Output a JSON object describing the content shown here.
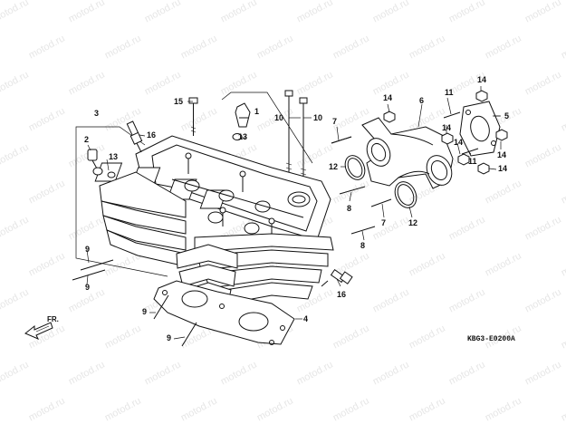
{
  "watermark": {
    "text": "motod.ru"
  },
  "diagram_code": "KBG3-E0200A",
  "direction_label": "FR.",
  "callouts": {
    "c1": "1",
    "c2": "2",
    "c3": "3",
    "c4": "4",
    "c5": "5",
    "c6": "6",
    "c7a": "7",
    "c7b": "7",
    "c8a": "8",
    "c8b": "8",
    "c9a": "9",
    "c9b": "9",
    "c9c": "9",
    "c9d": "9",
    "c10a": "10",
    "c10b": "10",
    "c11a": "11",
    "c11b": "11",
    "c12a": "12",
    "c12b": "12",
    "c13a": "13",
    "c13b": "13",
    "c14a": "14",
    "c14b": "14",
    "c14c": "14",
    "c14d": "14",
    "c14e": "14",
    "c14f": "14",
    "c15": "15",
    "c16a": "16",
    "c16b": "16"
  }
}
